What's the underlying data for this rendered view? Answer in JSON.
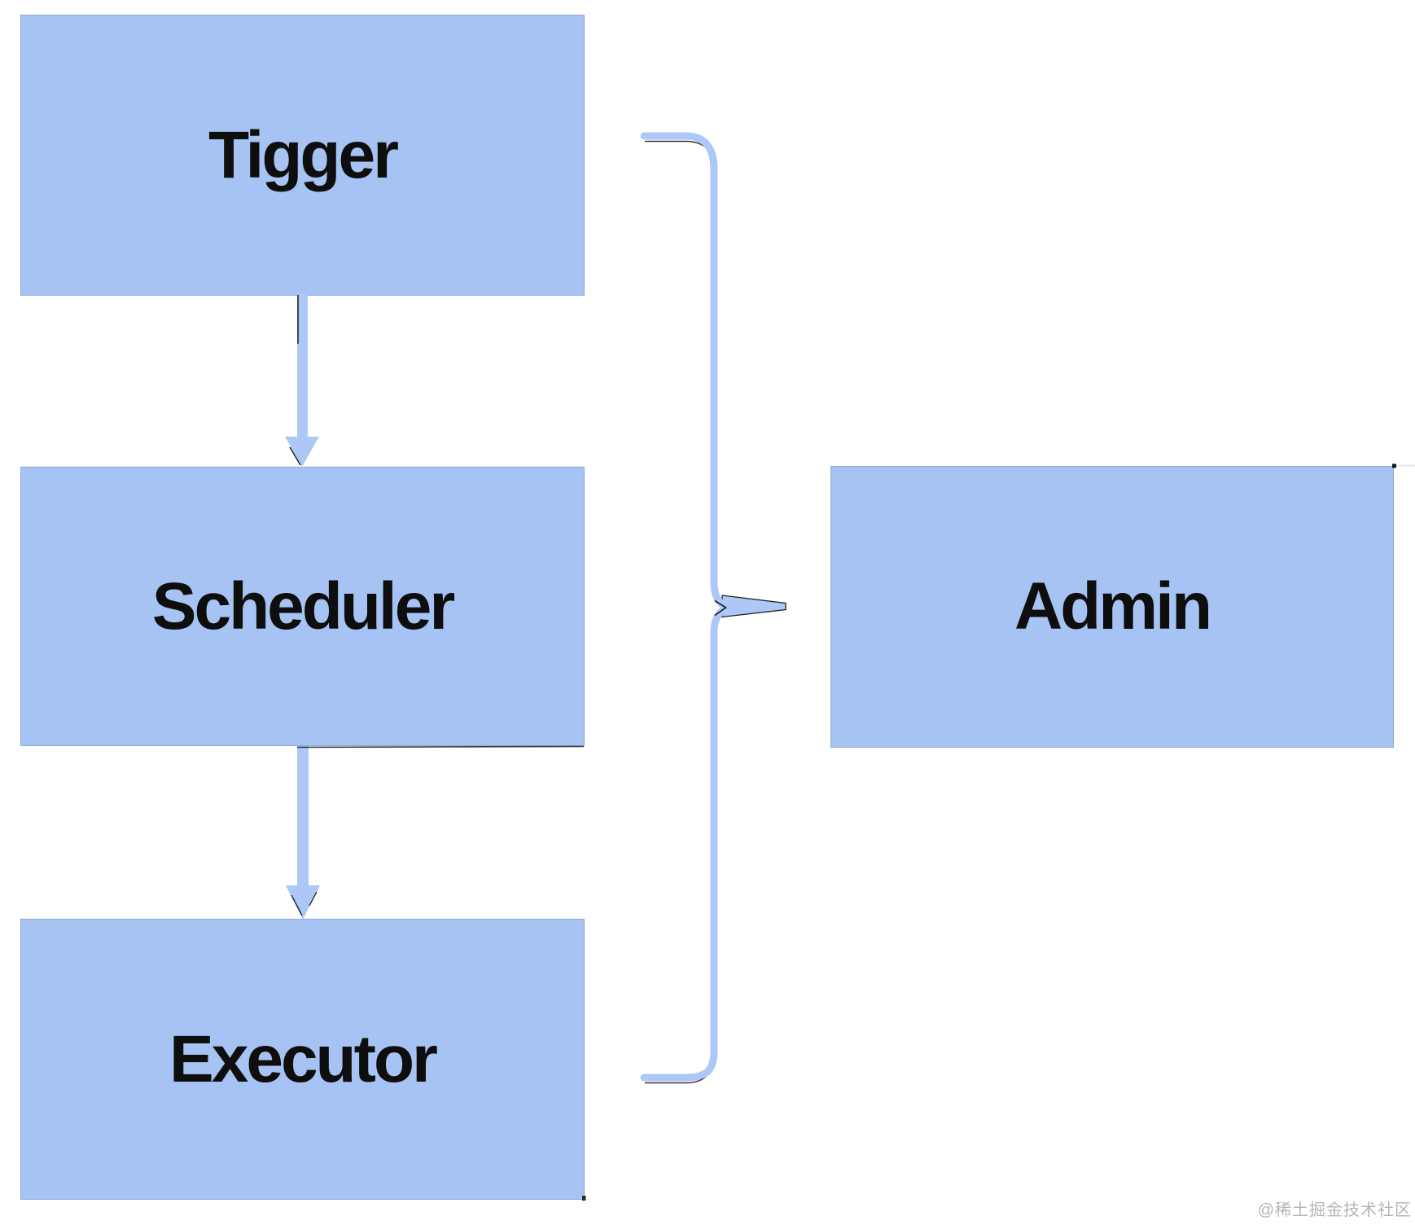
{
  "nodes": [
    {
      "id": "tigger",
      "label": "Tigger"
    },
    {
      "id": "scheduler",
      "label": "Scheduler"
    },
    {
      "id": "executor",
      "label": "Executor"
    },
    {
      "id": "admin",
      "label": "Admin"
    }
  ],
  "connections": [
    {
      "from": "Tigger",
      "to": "Scheduler",
      "style": "arrow-down"
    },
    {
      "from": "Scheduler",
      "to": "Executor",
      "style": "arrow-down"
    },
    {
      "from": "Tigger / Scheduler / Executor",
      "to": "Admin",
      "style": "right-brace-with-connector"
    }
  ],
  "watermark": {
    "text": "@稀土掘金技术社区"
  },
  "colors": {
    "background": "#ffffff",
    "node_fill": "#a6c3f4",
    "connector_blue": "#adc8f6",
    "label_text": "#0e0e0e",
    "stroke_accent": "#1c1c1c",
    "watermark_text": "#b5b5b5",
    "faint_line": "#ebebeb"
  }
}
